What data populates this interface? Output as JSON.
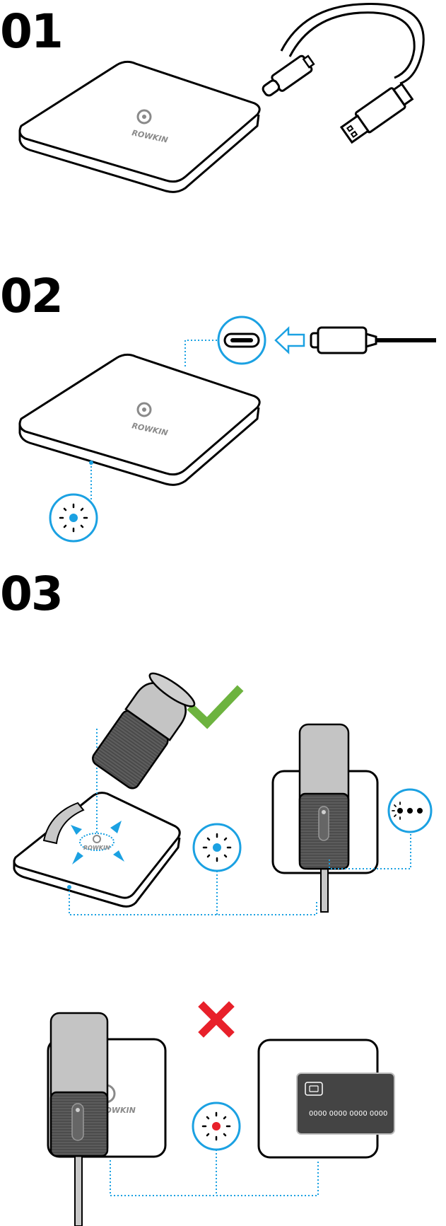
{
  "steps": [
    {
      "number": "01"
    },
    {
      "number": "02"
    },
    {
      "number": "03"
    }
  ],
  "brand": {
    "name": "ROWKIN"
  },
  "card": {
    "number": "0000 0000 0000 0000"
  },
  "indicators": {
    "ok": {
      "symbol": "check",
      "color": "#6db33f"
    },
    "bad": {
      "symbol": "cross",
      "color": "#e8202a"
    },
    "led_blue": "#1ba1e2",
    "led_red": "#e8202a",
    "guide_line": "#1ba1e2"
  }
}
